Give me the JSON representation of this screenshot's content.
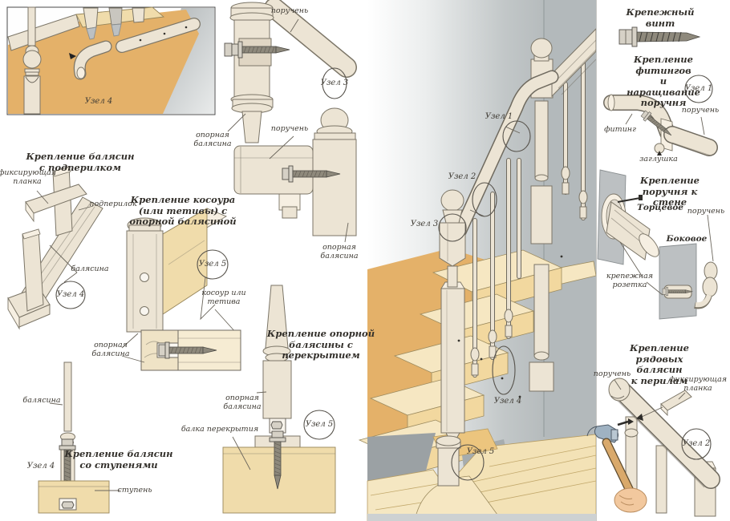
{
  "colors": {
    "tan": "#e4b169",
    "wood_light": "#f0dcab",
    "cream": "#ece4d4",
    "wall_gray": "#b6bcbe",
    "text": "#403c35"
  },
  "left": {
    "panel": {
      "node": "Узел 4"
    },
    "subrail": {
      "title": "Крепление балясин\nс подперилком",
      "fixing_strip": "фиксирующая\nпланка",
      "subrail": "подперилок",
      "baluster": "балясина",
      "node": "Узел 4"
    },
    "stringer": {
      "title": "Крепление косоура\n(или тетивы) с\nопорной балясиной",
      "node": "Узел 5",
      "stringer": "косоур или\nтетива",
      "support_baluster": "опорная\nбалясина"
    },
    "steps": {
      "title": "Крепление балясин\nсо ступенями",
      "baluster": "балясина",
      "node": "Узел 4",
      "step": "ступень"
    }
  },
  "middle": {
    "rail_top": {
      "handrail": "поручень",
      "node": "Узел 3",
      "support_baluster": "опорная\nбалясина"
    },
    "rail_mid": {
      "handrail": "поручень",
      "support_baluster": "опорная\nбалясина"
    },
    "overlap": {
      "title": "Крепление опорной\nбалясины с\nперекрытием",
      "support_baluster": "опорная\nбалясина",
      "node": "Узел 5",
      "beam": "балка перекрытия"
    }
  },
  "stairs": {
    "node1": "Узел 1",
    "node2": "Узел 2",
    "node3": "Узел 3",
    "node4": "Узел 4",
    "node5": "Узел 5"
  },
  "right": {
    "screw": {
      "title": "Крепежный винт"
    },
    "fittings": {
      "title": "Крепление фитингов\nи наращивание поручня",
      "node": "Узел 1",
      "handrail": "поручень",
      "fitting": "фитинг",
      "plug": "заглушка"
    },
    "wall": {
      "title": "Крепление поручня к стене",
      "end_mount": "Торцевое",
      "handrail": "поручень",
      "side_mount": "Боковое",
      "rosette": "крепежная\nрозетка"
    },
    "row_balusters": {
      "title": "Крепление рядовых балясин\nк перилам",
      "handrail": "поручень",
      "fixing_strip": "фиксирующая\nпланка",
      "node": "Узел 2"
    }
  }
}
